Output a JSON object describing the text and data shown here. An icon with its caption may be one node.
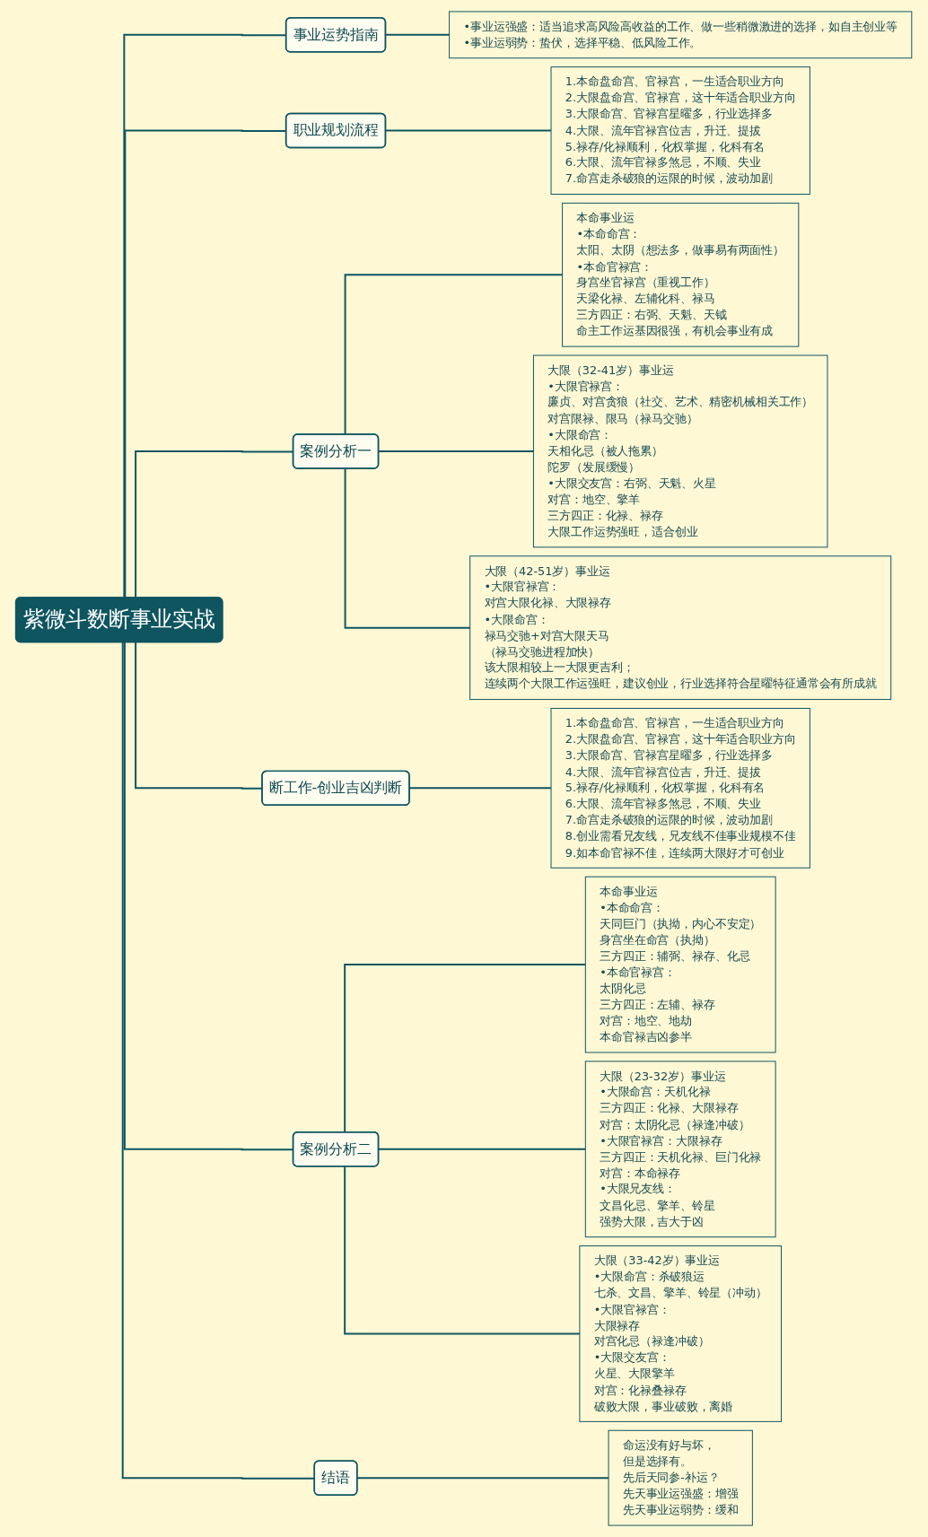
{
  "diagram": {
    "nodes": [
      {
        "text": [
          "紫微斗数断事业实战"
        ]
      },
      {
        "text": [
          "事业运势指南"
        ]
      },
      {
        "text": [
          "•事业运强盛：适当追求高风险高收益的工作、做一些稍微激进的选择，如自主创业等",
          "•事业运弱势：蛰伏，选择平稳、低风险工作。"
        ]
      },
      {
        "text": [
          "职业规划流程"
        ]
      },
      {
        "text": [
          "1.本命盘命宫、官禄宫，一生适合职业方向",
          "2.大限盘命宫、官禄宫，这十年适合职业方向",
          "3.大限命宫、官禄宫星曜多，行业选择多",
          "4.大限、流年官禄宫位吉，升迁、提拔",
          "5.禄存/化禄顺利，化权掌握，化科有名",
          "6.大限、流年官禄多煞忌，不顺、失业",
          "7.命宫走杀破狼的运限的时候，波动加剧"
        ]
      },
      {
        "text": [
          "案例分析一"
        ]
      },
      {
        "text": [
          "本命事业运",
          "•本命命宫：",
          "太阳、太阴（想法多，做事易有两面性）",
          "•本命官禄宫：",
          "身宫坐官禄宫（重视工作）",
          "天梁化禄、左辅化科、禄马",
          "三方四正：右弼、天魁、天钺",
          "命主工作运基因很强，有机会事业有成"
        ]
      },
      {
        "text": [
          "大限（32-41岁）事业运",
          "•大限官禄宫：",
          "廉贞、对宫贪狼（社交、艺术、精密机械相关工作）",
          "对宫限禄、限马（禄马交驰）",
          "•大限命宫：",
          "天相化忌（被人拖累）",
          "陀罗（发展缓慢）",
          "•大限交友宫：右弼、天魁、火星",
          "对宫：地空、擎羊",
          "三方四正：化禄、禄存",
          "大限工作运势强旺，适合创业"
        ]
      },
      {
        "text": [
          "大限（42-51岁）事业运",
          "•大限官禄宫：",
          "对宫大限化禄、大限禄存",
          "•大限命宫：",
          "禄马交驰+对宫大限天马",
          "（禄马交驰进程加快）",
          "该大限相较上一大限更吉利；",
          "连续两个大限工作运强旺，建议创业，行业选择符合星曜特征通常会有所成就"
        ]
      },
      {
        "text": [
          "断工作-创业吉凶判断"
        ]
      },
      {
        "text": [
          "1.本命盘命宫、官禄宫，一生适合职业方向",
          "2.大限盘命宫、官禄宫，这十年适合职业方向",
          "3.大限命宫、官禄宫星曜多，行业选择多",
          "4.大限、流年官禄宫位吉，升迁、提拔",
          "5.禄存/化禄顺利，化权掌握，化科有名",
          "6.大限、流年官禄多煞忌，不顺、失业",
          "7.命宫走杀破狼的运限的时候，波动加剧",
          "8.创业需看兄友线，兄友线不佳事业规模不佳",
          "9.如本命官禄不佳，连续两大限好才可创业"
        ]
      },
      {
        "text": [
          "案例分析二"
        ]
      },
      {
        "text": [
          "本命事业运",
          "•本命命宫：",
          "天同巨门（执拗，内心不安定）",
          "身宫坐在命宫（执拗）",
          "三方四正：辅弼、禄存、化忌",
          "•本命官禄宫：",
          "太阴化忌",
          "三方四正：左辅、禄存",
          "对宫：地空、地劫",
          "本命官禄吉凶参半"
        ]
      },
      {
        "text": [
          "大限（23-32岁）事业运",
          "•大限命宫：天机化禄",
          "三方四正：化禄、大限禄存",
          "对宫：太阴化忌（禄逢冲破）",
          "•大限官禄宫：大限禄存",
          "三方四正：天机化禄、巨门化禄",
          "对宫：本命禄存",
          "•大限兄友线：",
          "文昌化忌、擎羊、铃星",
          "强势大限，吉大于凶"
        ]
      },
      {
        "text": [
          "大限（33-42岁）事业运",
          "•大限命宫：杀破狼运",
          "七杀、文昌、擎羊、铃星（冲动）",
          "•大限官禄宫：",
          "大限禄存",
          "对宫化忌（禄逢冲破）",
          "•大限交友宫：",
          "火星、大限擎羊",
          "对宫：化禄叠禄存",
          "破败大限，事业破败，离婚"
        ]
      },
      {
        "text": [
          "结语"
        ]
      },
      {
        "text": [
          "命运没有好与坏，",
          "但是选择有。",
          "先后天同参-补运？",
          "先天事业运强盛：增强",
          "先天事业运弱势：缓和"
        ]
      }
    ],
    "edges": [
      {
        "from": 0,
        "to": 1,
        "arrow": "none"
      },
      {
        "from": 1,
        "to": 2,
        "arrow": "none"
      },
      {
        "from": 0,
        "to": 3,
        "arrow": "none"
      },
      {
        "from": 3,
        "to": 4,
        "arrow": "none"
      },
      {
        "from": 0,
        "to": 5,
        "arrow": "none"
      },
      {
        "from": 5,
        "to": 6,
        "arrow": "none"
      },
      {
        "from": 5,
        "to": 7,
        "arrow": "none"
      },
      {
        "from": 5,
        "to": 8,
        "arrow": "none"
      },
      {
        "from": 0,
        "to": 9,
        "arrow": "none"
      },
      {
        "from": 9,
        "to": 10,
        "arrow": "none"
      },
      {
        "from": 0,
        "to": 11,
        "arrow": "none"
      },
      {
        "from": 11,
        "to": 12,
        "arrow": "none"
      },
      {
        "from": 11,
        "to": 13,
        "arrow": "none"
      },
      {
        "from": 11,
        "to": 14,
        "arrow": "none"
      },
      {
        "from": 0,
        "to": 15,
        "arrow": "none"
      },
      {
        "from": 15,
        "to": 16,
        "arrow": "none"
      }
    ]
  }
}
